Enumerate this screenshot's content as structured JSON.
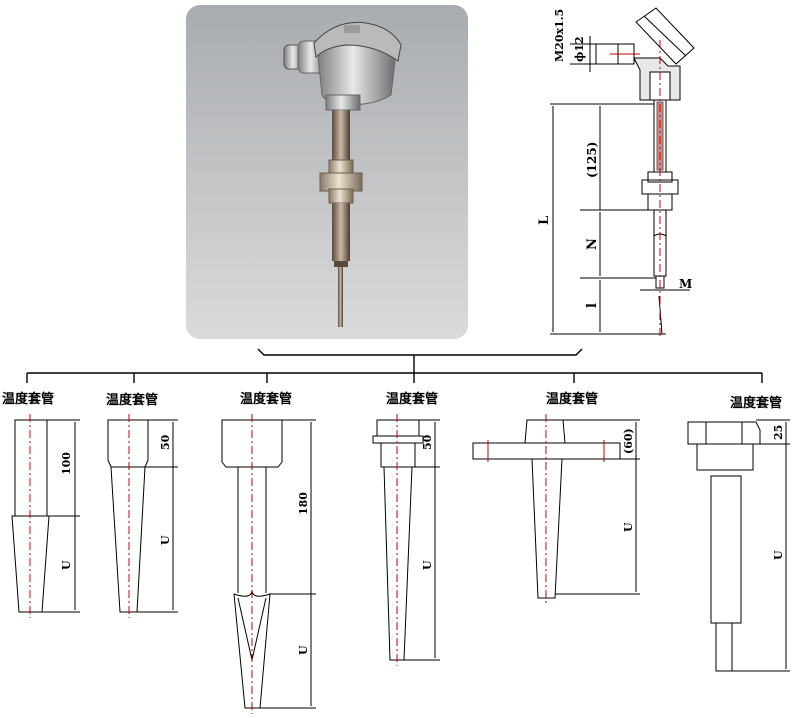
{
  "photo": {
    "subject": "thermocouple-assembly-photo"
  },
  "main_drawing": {
    "dims": {
      "thread": "M20x1.5",
      "diameter": "ϕ12",
      "head_length": "(125)",
      "total_length": "L",
      "insertion_section": "N",
      "tip_length": "l",
      "tip_diameter": "M"
    }
  },
  "thermowells": [
    {
      "label": "温度套管",
      "dim_top": "100",
      "dim_bottom": "U"
    },
    {
      "label": "温度套管",
      "dim_top": "50",
      "dim_bottom": "U"
    },
    {
      "label": "温度套管",
      "dim_top": "180",
      "dim_bottom": "U"
    },
    {
      "label": "温度套管",
      "dim_top": "50",
      "dim_bottom": "U"
    },
    {
      "label": "温度套管",
      "dim_top": "(60)",
      "dim_bottom": "U"
    },
    {
      "label": "温度套管",
      "dim_top": "25",
      "dim_bottom": "U"
    }
  ],
  "colors": {
    "line": "#000000",
    "centerline": "#c00000",
    "photo_bg_top": "#a9acaf",
    "photo_bg_bottom": "#d9dadb"
  }
}
